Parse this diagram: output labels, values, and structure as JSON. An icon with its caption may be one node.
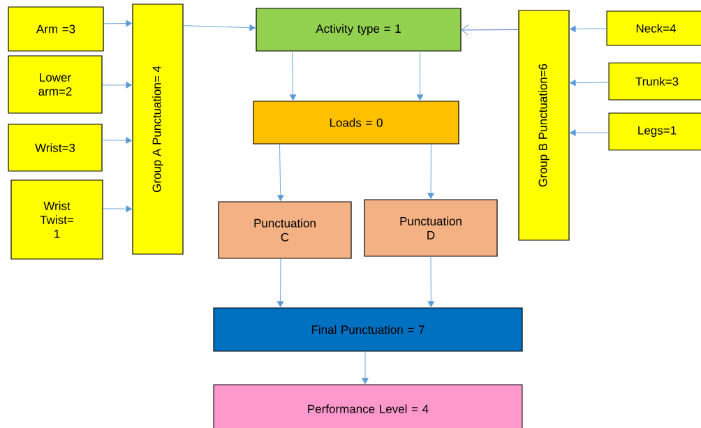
{
  "diagram": {
    "nodes": [
      {
        "text": [
          "Arm =3"
        ]
      },
      {
        "text": [
          "Lower arm=2"
        ]
      },
      {
        "text": [
          "Wrist=3"
        ]
      },
      {
        "text": [
          "Wrist Twist= 1"
        ]
      },
      {
        "text": [
          "Group A Punctuation= 4"
        ]
      },
      {
        "text": [
          "Activity type = 1"
        ]
      },
      {
        "text": [
          "Group B Punctuation=6"
        ]
      },
      {
        "text": [
          "Neck=4"
        ]
      },
      {
        "text": [
          "Trunk=3"
        ]
      },
      {
        "text": [
          "Legs=1"
        ]
      },
      {
        "text": [
          "Loads = 0"
        ]
      },
      {
        "text": [
          "Punctuation C"
        ]
      },
      {
        "text": [
          "Punctuation D"
        ]
      },
      {
        "text": [
          "Final Punctuation = 7"
        ]
      },
      {
        "text": [
          "Performance Level = 4"
        ]
      }
    ],
    "edges": [
      {
        "from": 0,
        "to": 4,
        "arrow": "to"
      },
      {
        "from": 1,
        "to": 4,
        "arrow": "to"
      },
      {
        "from": 2,
        "to": 4,
        "arrow": "to"
      },
      {
        "from": 3,
        "to": 4,
        "arrow": "to"
      },
      {
        "from": 4,
        "to": 5,
        "arrow": "to"
      },
      {
        "from": 6,
        "to": 5,
        "arrow": "to",
        "color": "#4472c4"
      },
      {
        "from": 7,
        "to": 6,
        "arrow": "to"
      },
      {
        "from": 8,
        "to": 6,
        "arrow": "to"
      },
      {
        "from": 9,
        "to": 6,
        "arrow": "to"
      },
      {
        "from": 5,
        "to": 10,
        "arrow": "to"
      },
      {
        "from": 5,
        "to": 10,
        "arrow": "to"
      },
      {
        "from": 10,
        "to": 11,
        "arrow": "to"
      },
      {
        "from": 10,
        "to": 12,
        "arrow": "to"
      },
      {
        "from": 11,
        "to": 13,
        "arrow": "to"
      },
      {
        "from": 12,
        "to": 13,
        "arrow": "to"
      },
      {
        "from": 13,
        "to": 14,
        "arrow": "to"
      }
    ]
  }
}
